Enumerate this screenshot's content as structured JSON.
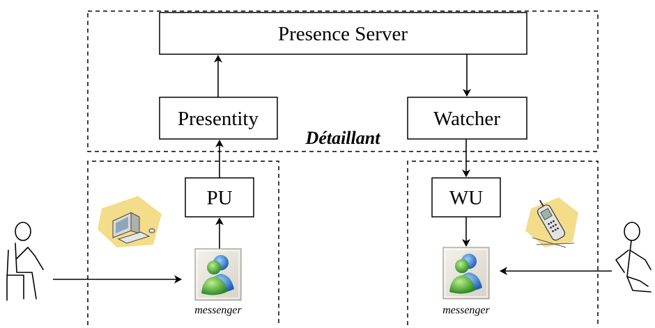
{
  "nodes": {
    "presence_server": "Presence Server",
    "presentity": "Presentity",
    "watcher": "Watcher",
    "pu": "PU",
    "wu": "WU"
  },
  "zone_label": "Détaillant",
  "messenger_left": "messenger",
  "messenger_right": "messenger",
  "icons": {
    "computer": "desktop-computer-icon",
    "phone": "mobile-phone-icon",
    "messenger": "msn-messenger-icon",
    "sitting_user": "sitting-person-icon",
    "walking_user": "walking-person-icon"
  },
  "colors": {
    "stroke": "#000000",
    "clipart_bg": "#f3dc8a",
    "messenger_green": "#3a9a2e",
    "messenger_blue": "#2b6fc4"
  }
}
